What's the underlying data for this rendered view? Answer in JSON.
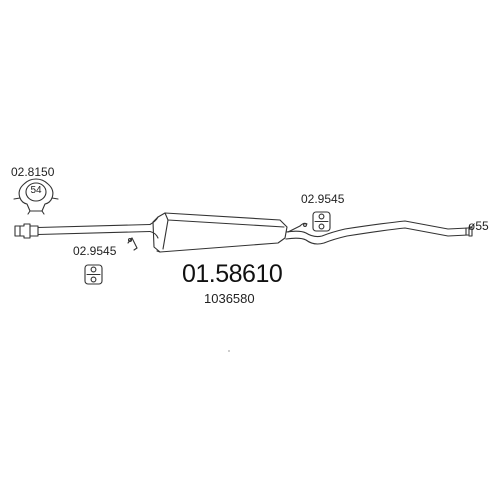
{
  "diagram": {
    "main_part_number": "01.58610",
    "oem_reference": "1036580",
    "pipe_diameter": "ø55",
    "parts": [
      {
        "code": "02.8150",
        "part_icon": "exhaust-clamp-icon",
        "clamp_size": "54"
      },
      {
        "code": "02.9545",
        "part_icon": "rubber-hanger-icon"
      },
      {
        "code": "02.9545",
        "part_icon": "rubber-hanger-icon"
      }
    ]
  },
  "colors": {
    "line": "#333333",
    "text": "#111111",
    "background": "#ffffff"
  }
}
